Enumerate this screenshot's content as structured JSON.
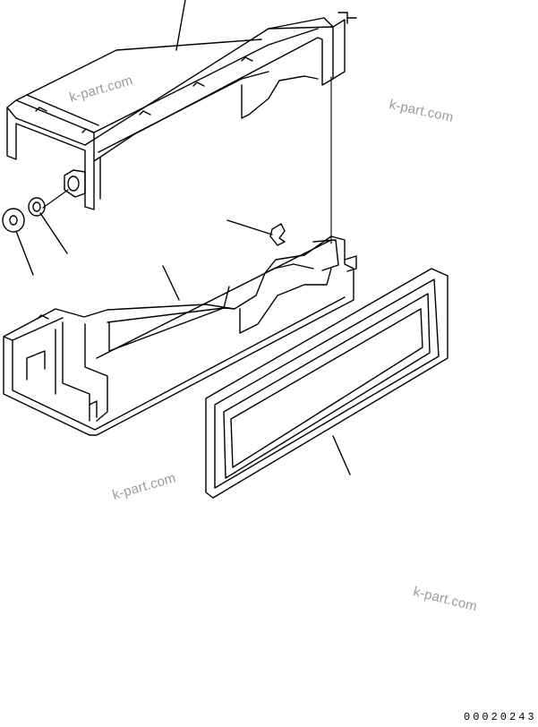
{
  "watermarks": [
    "k-part.com",
    "k-part.com",
    "k-part.com",
    "k-part.com"
  ],
  "drawing_number": "00020243"
}
